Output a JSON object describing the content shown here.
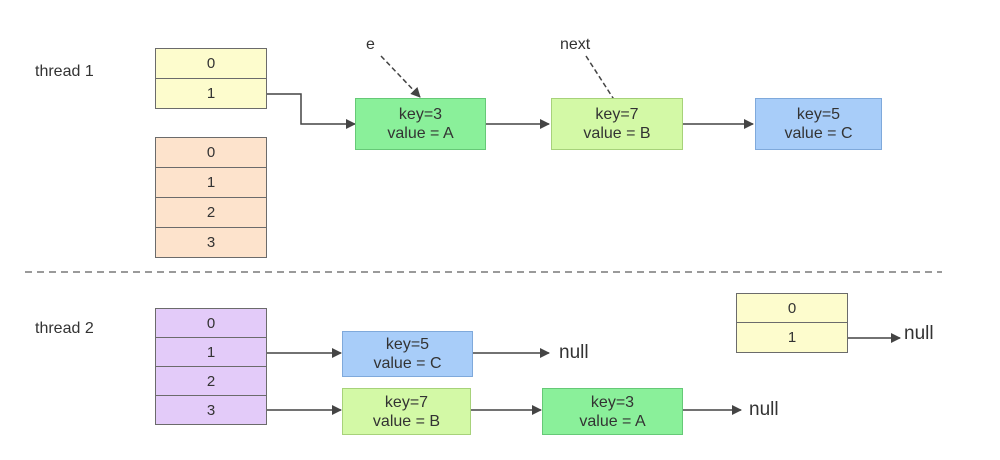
{
  "colors": {
    "yellow_cell": "#fdfccd",
    "orange_cell": "#fde3cc",
    "purple_cell": "#e3cbf9",
    "green_node": "#8af09a",
    "lime_node": "#d3f9a6",
    "blue_node": "#a8cdf9",
    "stroke": "#444444",
    "divider": "#9a9a9a"
  },
  "thread1": {
    "label": "thread 1",
    "table_small": [
      "0",
      "1"
    ],
    "table_large": [
      "0",
      "1",
      "2",
      "3"
    ],
    "pointer_e": "e",
    "pointer_next": "next",
    "nodes": [
      {
        "key": "key=3",
        "value": "value = A"
      },
      {
        "key": "key=7",
        "value": "value = B"
      },
      {
        "key": "key=5",
        "value": "value = C"
      }
    ]
  },
  "thread2": {
    "label": "thread 2",
    "table_large": [
      "0",
      "1",
      "2",
      "3"
    ],
    "table_small": [
      "0",
      "1"
    ],
    "chain_slot1": [
      {
        "key": "key=5",
        "value": "value = C"
      }
    ],
    "chain_slot3": [
      {
        "key": "key=7",
        "value": "value = B"
      },
      {
        "key": "key=3",
        "value": "value = A"
      }
    ],
    "null_label": "null"
  }
}
